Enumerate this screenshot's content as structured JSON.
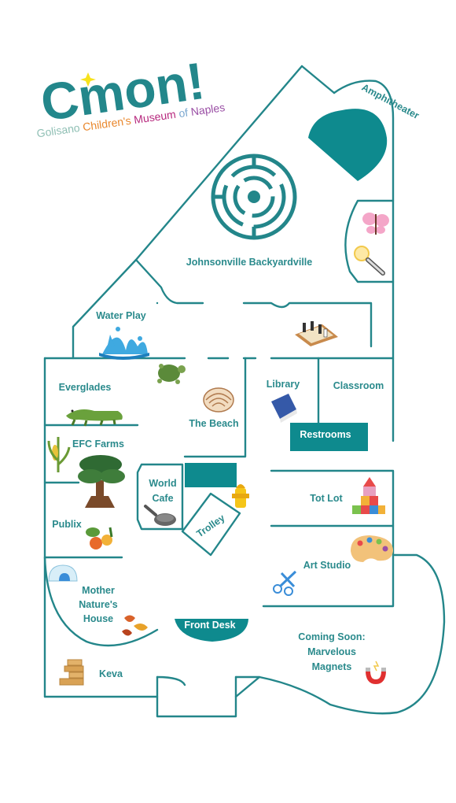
{
  "logo": {
    "wordmark": "Cmon!",
    "tagline_parts": [
      {
        "text": "Golisano ",
        "color": "#8fbfb4"
      },
      {
        "text": "Children's",
        "color": "#e9872c"
      },
      {
        "text": " Museum",
        "color": "#b7297e"
      },
      {
        "text": " of ",
        "color": "#7aa7d0"
      },
      {
        "text": "Naples",
        "color": "#9a4fa5"
      }
    ],
    "colors": {
      "teal": "#23878b",
      "yellow": "#f7e21c"
    }
  },
  "colors": {
    "wall": "#23868a",
    "label": "#2a8a8c",
    "fill": "#0e8a8e"
  },
  "areas": {
    "amphitheater": "Amphitheater",
    "backyardville": "Johnsonville Backyardville",
    "water_play": "Water Play",
    "everglades": "Everglades",
    "the_beach": "The Beach",
    "library": "Library",
    "classroom": "Classroom",
    "restrooms": "Restrooms",
    "efc_farms": "EFC Farms",
    "world_cafe_1": "World",
    "world_cafe_2": "Cafe",
    "trolley": "Trolley",
    "tot_lot": "Tot Lot",
    "publix": "Publix",
    "art_studio": "Art Studio",
    "mother_nature_1": "Mother",
    "mother_nature_2": "Nature's",
    "mother_nature_3": "House",
    "front_desk": "Front Desk",
    "coming_soon_1": "Coming Soon:",
    "coming_soon_2": "Marvelous",
    "coming_soon_3": "Magnets",
    "keva": "Keva"
  },
  "icons": [
    "maze-icon",
    "butterfly-icon",
    "magnifier-icon",
    "water-splash-icon",
    "chess-board-icon",
    "turtle-icon",
    "alligator-icon",
    "seashell-icon",
    "book-icon",
    "corn-icon",
    "tree-icon",
    "frying-pan-icon",
    "fire-hydrant-icon",
    "block-tower-icon",
    "vegetables-icon",
    "paint-palette-icon",
    "igloo-icon",
    "scissors-icon",
    "leaves-icon",
    "magnet-icon",
    "wood-blocks-icon"
  ]
}
